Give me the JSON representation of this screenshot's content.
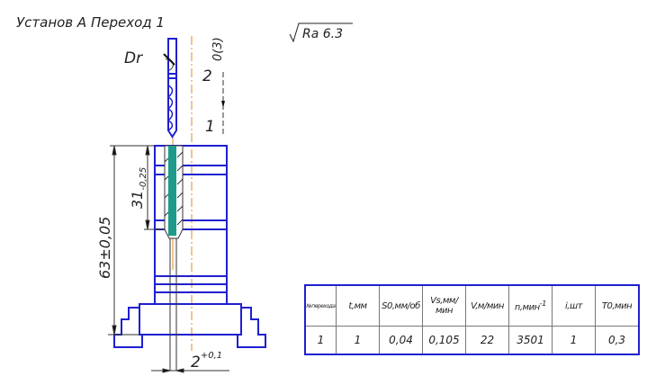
{
  "header": {
    "title": "Установ А  Переход 1",
    "roughness": "Ra 6.3"
  },
  "drawing": {
    "tool_label": "Dr",
    "pos_2": "2",
    "pos_3": "0(3)",
    "pos_1": "1",
    "dim_depth": "31",
    "dim_depth_tol": "-0,25",
    "dim_height": "63±0,05",
    "dim_dia": "2",
    "dim_dia_tol": "+0,1"
  },
  "table": {
    "headers": [
      "№перехода",
      "t,мм",
      "S0,мм/об",
      "Vs,мм/мин",
      "V,м/мин",
      "n,мин",
      "i,шт",
      "T0,мин"
    ],
    "n_superscript": "-1",
    "values": [
      "1",
      "1",
      "0,04",
      "0,105",
      "22",
      "3501",
      "1",
      "0,3"
    ]
  },
  "colors": {
    "outline": "#1f1fd0",
    "axis": "#e08a2a",
    "drill_fill": "#1e9a8a"
  }
}
